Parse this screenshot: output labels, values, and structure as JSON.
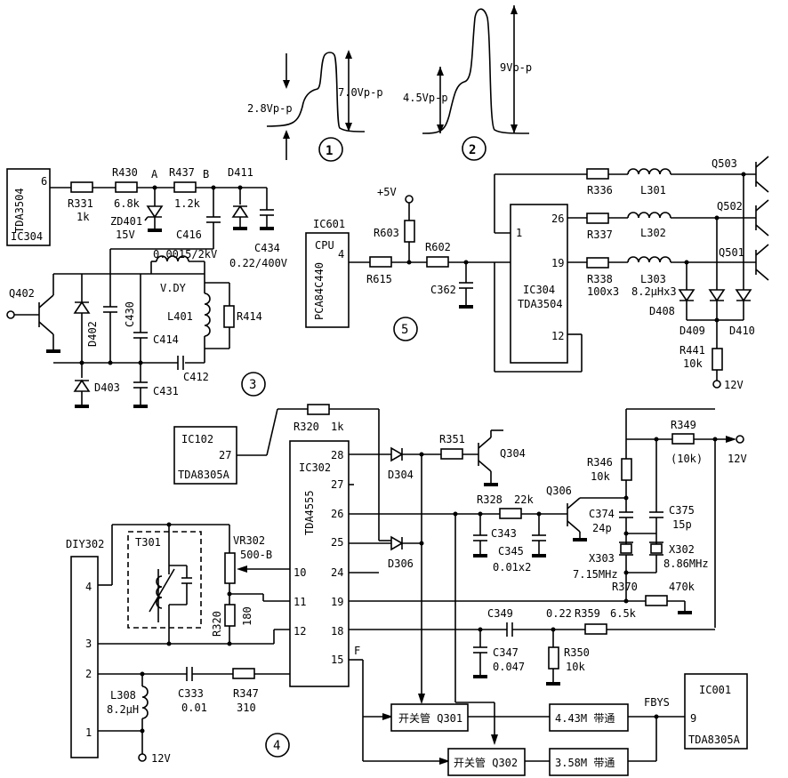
{
  "waveforms": {
    "w1": {
      "low": "2.8Vp-p",
      "high": "7.0Vp-p",
      "num": "1"
    },
    "w2": {
      "low": "4.5Vp-p",
      "high": "9Vp-p",
      "num": "2"
    }
  },
  "circuit3": {
    "ic_name": "TDA3504",
    "ic_ref": "IC304",
    "ic_pin": "6",
    "r331": "R331",
    "r331_v": "1k",
    "r430": "R430",
    "r430_v": "6.8k",
    "node_a": "A",
    "node_b": "B",
    "r437": "R437",
    "r437_v": "1.2k",
    "zd401": "ZD401",
    "zd401_v": "15V",
    "c416": "C416",
    "d411": "D411",
    "c434": "C434",
    "c434_v": "0.22/400V",
    "q402": "Q402",
    "cap_top": "0.0015/2kV",
    "vdy": "V.DY",
    "d402": "D402",
    "c430": "C430",
    "c414": "C414",
    "l401": "L401",
    "r414": "R414",
    "d403": "D403",
    "c431": "C431",
    "c412": "C412",
    "num": "3"
  },
  "circuit5": {
    "vcc": "+5V",
    "ic601": "IC601",
    "cpu": "CPU",
    "cpu_part": "PCA84C440",
    "pin4": "4",
    "r603": "R603",
    "r602": "R602",
    "r615": "R615",
    "c362": "C362",
    "num": "5",
    "ic304": "IC304",
    "tda3504": "TDA3504",
    "p1": "1",
    "p26": "26",
    "p19": "19",
    "p12": "12",
    "r336": "R336",
    "r337": "R337",
    "r338": "R338",
    "r338_v": "100x3",
    "l301": "L301",
    "l302": "L302",
    "l303": "L303",
    "l303_v": "8.2μHx3",
    "q503": "Q503",
    "q502": "Q502",
    "q501": "Q501",
    "d408": "D408",
    "d409": "D409",
    "d410": "D410",
    "r441": "R441",
    "r441_v": "10k",
    "v12": "12V"
  },
  "circuit4": {
    "ic102": "IC102",
    "ic102_pin": "27",
    "tda8305a": "TDA8305A",
    "r320a": "R320",
    "r320a_v": "1k",
    "ic302": "IC302",
    "tda4555": "TDA4555",
    "pins": {
      "p28": "28",
      "p27": "27",
      "p26": "26",
      "p25": "25",
      "p24": "24",
      "p10": "10",
      "p11": "11",
      "p19": "19",
      "p12": "12",
      "p18": "18",
      "p15": "15"
    },
    "d304": "D304",
    "d306": "D306",
    "r351": "R351",
    "q304": "Q304",
    "r328": "R328",
    "r328_v": "22k",
    "q306": "Q306",
    "c343": "C343",
    "c345": "C345",
    "c345_v": "0.01x2",
    "r346": "R346",
    "r346_v": "10k",
    "r349": "R349",
    "r349_v": "(10k)",
    "v12a": "12V",
    "c374": "C374",
    "c374_v": "24p",
    "c375": "C375",
    "c375_v": "15p",
    "x303": "X303",
    "x303_v": "7.15MHz",
    "x302": "X302",
    "x302_v": "8.86MHz",
    "r370": "R370",
    "r370_v": "470k",
    "diy302": "DIY302",
    "t301": "T301",
    "vr302": "VR302",
    "vr302_v": "500-B",
    "r320b": "R320",
    "r320b_v": "180",
    "c349": "C349",
    "c349_v": "0.22",
    "r359": "R359",
    "r359_v": "6.5k",
    "c347": "C347",
    "c347_v": "0.047",
    "r350": "R350",
    "r350_v": "10k",
    "f": "F",
    "l308": "L308",
    "l308_v": "8.2μH",
    "c333": "C333",
    "c333_v": "0.01",
    "r347": "R347",
    "r347_v": "310",
    "v12b": "12V",
    "num": "4",
    "sw1": "开关管 Q301",
    "sw2": "开关管 Q302",
    "bp1": "4.43M 带通",
    "bp2": "3.58M 带通",
    "fbys": "FBYS",
    "ic001": "IC001",
    "ic001_pin": "9",
    "tda8305a_b": "TDA8305A",
    "conn_pins": {
      "c4": "4",
      "c3": "3",
      "c2": "2",
      "c1": "1"
    }
  }
}
